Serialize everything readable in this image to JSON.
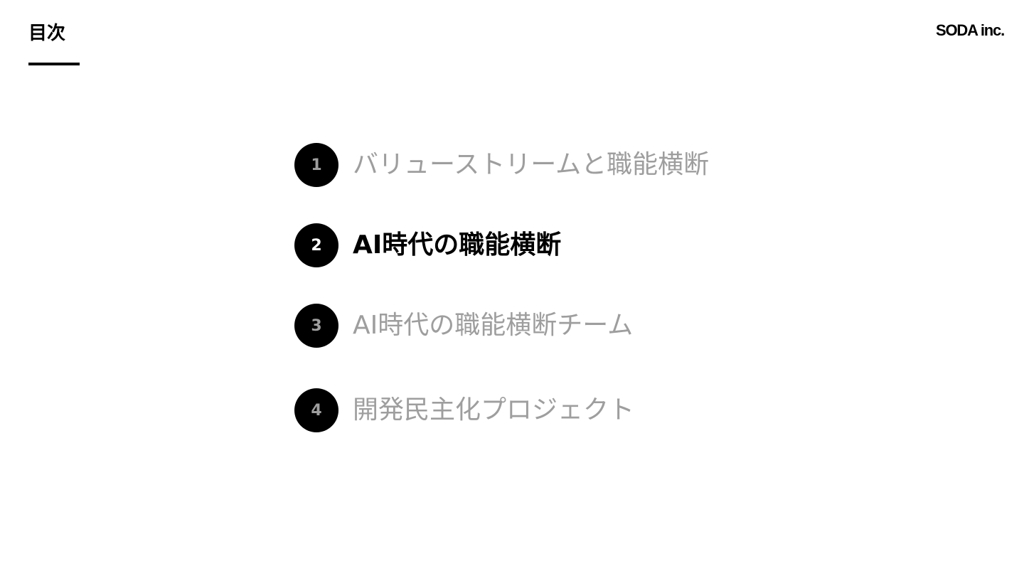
{
  "header": {
    "title": "目次",
    "logo": "SODA inc."
  },
  "toc": {
    "items": [
      {
        "number": "1",
        "label": "バリューストリームと職能横断",
        "active": false
      },
      {
        "number": "2",
        "label": "AI時代の職能横断",
        "active": true
      },
      {
        "number": "3",
        "label": "AI時代の職能横断チーム",
        "active": false
      },
      {
        "number": "4",
        "label": "開発民主化プロジェクト",
        "active": false
      }
    ]
  },
  "colors": {
    "active_text": "#000000",
    "inactive_text": "#9e9e9e",
    "circle_fill": "#000000"
  }
}
